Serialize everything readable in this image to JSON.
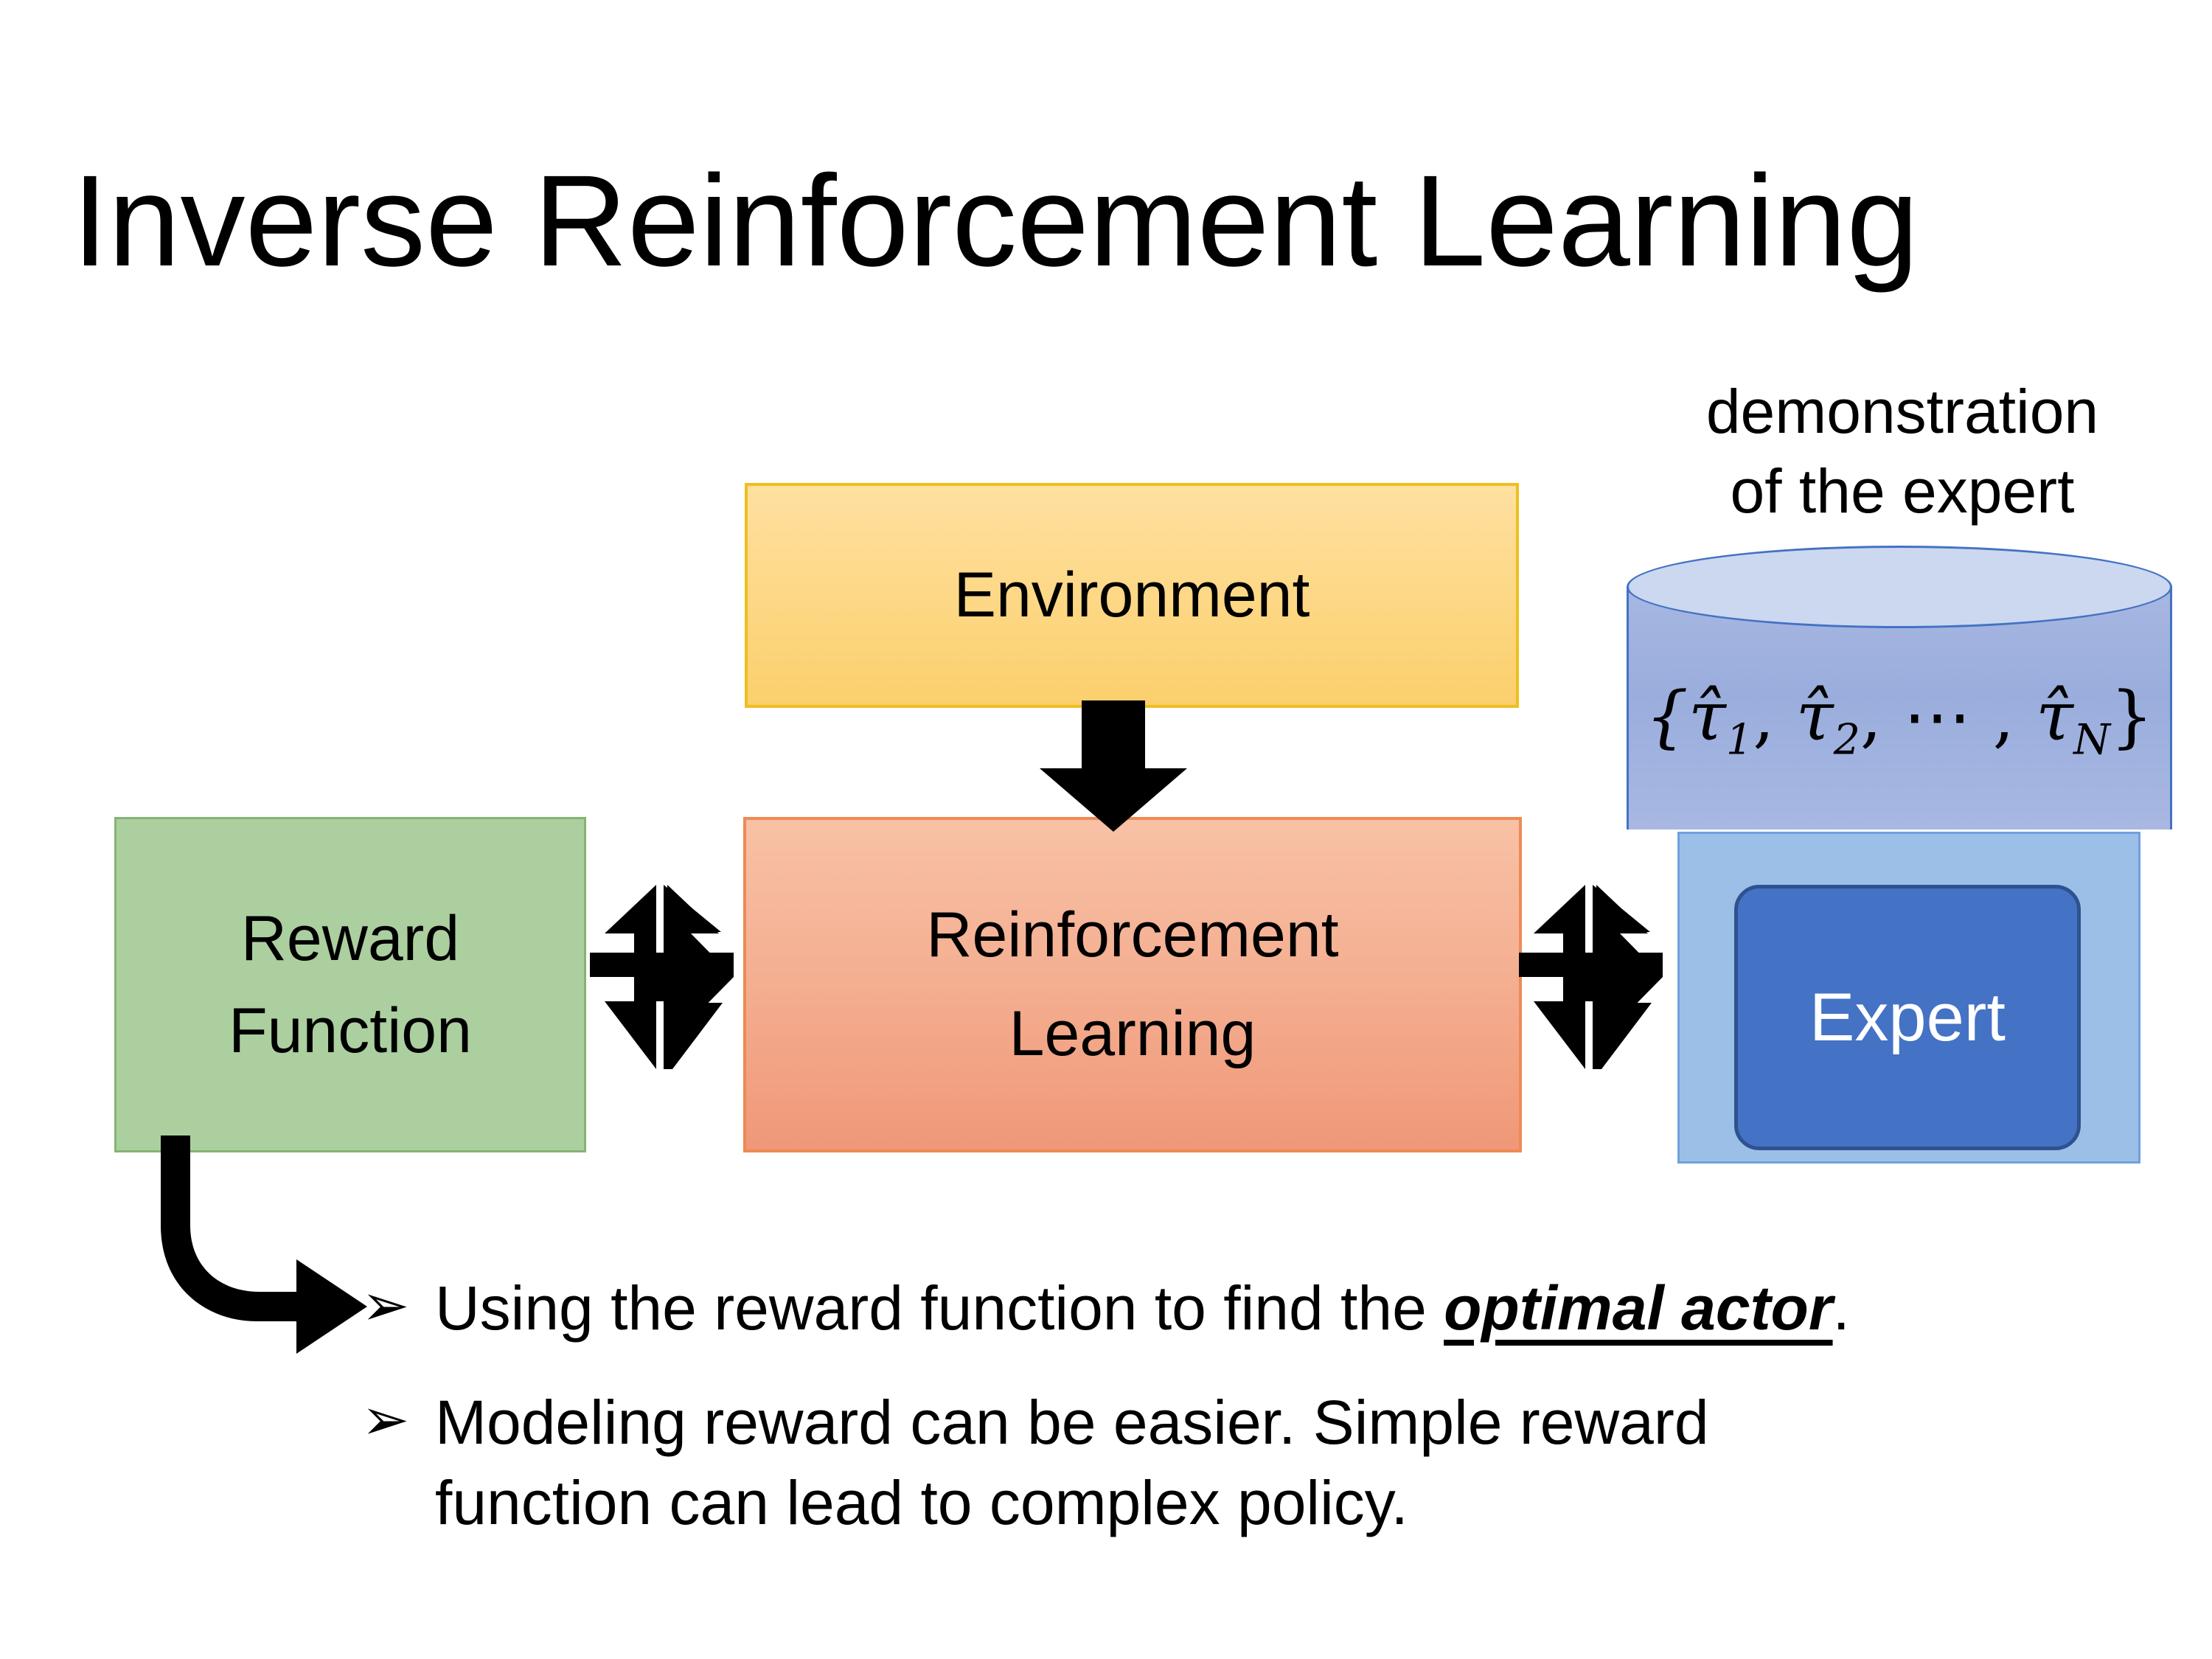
{
  "slide": {
    "title": "Inverse Reinforcement Learning",
    "background_color": "#FFFFFF"
  },
  "diagram": {
    "environment_box": {
      "label": "Environment",
      "fill_top": "#FEE0A0",
      "fill_bottom": "#FBCF6C",
      "border_color": "#EFBE20"
    },
    "rl_box": {
      "label_line1": "Reinforcement",
      "label_line2": "Learning",
      "fill_top": "#F8C1A6",
      "fill_bottom": "#F09878",
      "border_color": "#ED8A55"
    },
    "reward_box": {
      "label_line1": "Reward",
      "label_line2": "Function",
      "fill": "#ACCFA0",
      "border_color": "#85B374"
    },
    "demonstration_label": {
      "line1": "demonstration",
      "line2": "of the expert"
    },
    "cylinder": {
      "formula_open": "{",
      "tau1": "τ̂",
      "sub1": "1",
      "comma1": ", ",
      "tau2": "τ̂",
      "sub2": "2",
      "comma2": ", ⋯ , ",
      "tauN": "τ̂",
      "subN": "N",
      "formula_close": "}",
      "formula_plain": "{τ̂1, τ̂2, ⋯, τ̂N}",
      "top_fill": "#CBD8EF",
      "body_fill": "#9AADDC",
      "stroke": "#4472C4"
    },
    "expert_panel": {
      "fill": "#9CBFE8",
      "border_color": "#6FA0DC"
    },
    "expert_box": {
      "label": "Expert",
      "fill": "#4472C4",
      "border_color": "#2E528F",
      "text_color": "#FFFFFF"
    },
    "arrows": {
      "env_to_rl": "down-arrow",
      "reward_rl_link": "quad-arrow",
      "rl_expert_link": "quad-arrow",
      "reward_to_bullet": "elbow-arrow",
      "color": "#000000"
    }
  },
  "bullets": [
    {
      "marker": "➢",
      "text_before": "Using the reward function to find the ",
      "emphasis": "optimal actor",
      "text_after": "."
    },
    {
      "marker": "➢",
      "text_before": "Modeling reward can be easier. Simple reward function can lead to complex policy.",
      "emphasis": "",
      "text_after": ""
    }
  ]
}
